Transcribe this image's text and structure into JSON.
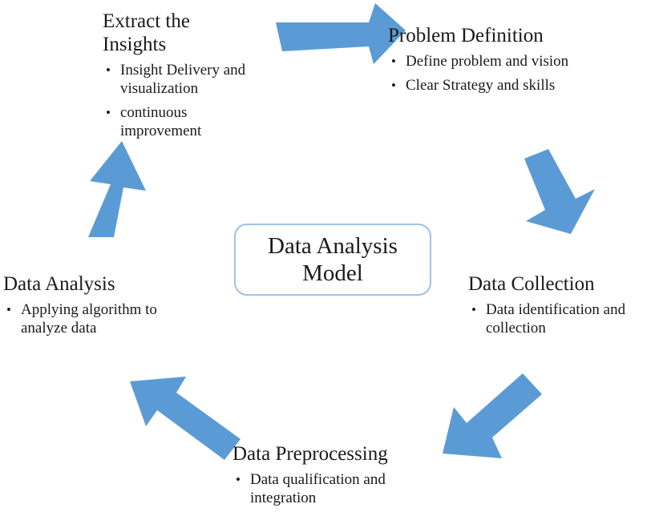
{
  "center": {
    "label": "Data Analysis Model"
  },
  "colors": {
    "arrow": "#5b9bd5",
    "box_border": "#9ec3e2"
  },
  "stages": [
    {
      "title": "Problem Definition",
      "bullets": [
        "Define problem and vision",
        "Clear Strategy and skills"
      ]
    },
    {
      "title": "Data Collection",
      "bullets": [
        "Data identification and collection"
      ]
    },
    {
      "title": "Data Preprocessing",
      "bullets": [
        "Data qualification and integration"
      ]
    },
    {
      "title": "Data Analysis",
      "bullets": [
        "Applying algorithm to analyze data"
      ]
    },
    {
      "title": "Extract the Insights",
      "bullets": [
        "Insight Delivery and visualization",
        "continuous improvement"
      ]
    }
  ]
}
